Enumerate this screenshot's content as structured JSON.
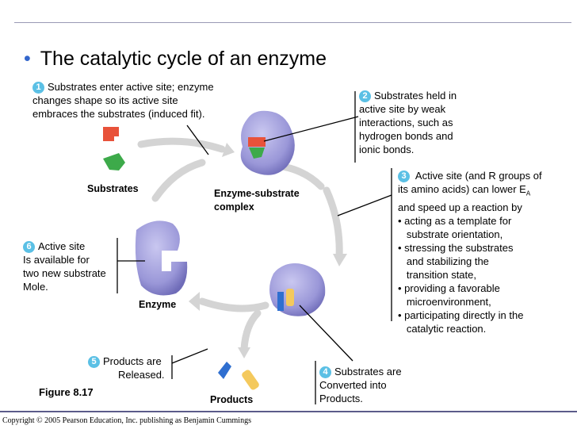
{
  "title": "The catalytic cycle of an enzyme",
  "steps": [
    {
      "number": "1",
      "lines": [
        "Substrates enter active site; enzyme",
        "changes shape so its active site",
        "embraces the substrates (induced fit)."
      ]
    },
    {
      "number": "2",
      "lines": [
        "Substrates held in",
        "active site by weak",
        "interactions, such as",
        "hydrogen bonds and",
        "ionic bonds."
      ]
    },
    {
      "number": "3",
      "lines": [
        "Active site (and R groups of",
        "its amino acids) can lower E",
        "and speed up a reaction by",
        "• acting as a template for",
        "   substrate orientation,",
        "• stressing the substrates",
        "   and stabilizing the",
        "   transition state,",
        "• providing a favorable",
        "   microenvironment,",
        "• participating directly in the",
        "   catalytic reaction."
      ],
      "subscript": "A"
    },
    {
      "number": "4",
      "lines": [
        "Substrates are",
        "Converted into",
        "Products."
      ]
    },
    {
      "number": "5",
      "lines": [
        "Products are",
        "Released."
      ]
    },
    {
      "number": "6",
      "lines": [
        "Active site",
        "Is available for",
        "two new substrate",
        "Mole."
      ]
    }
  ],
  "labels": {
    "substrates": "Substrates",
    "es_complex_1": "Enzyme-substrate",
    "es_complex_2": "complex",
    "enzyme": "Enzyme",
    "products": "Products"
  },
  "figure": "Figure 8.17",
  "copyright": "Copyright © 2005 Pearson Education, Inc. publishing as Benjamin Cummings",
  "colors": {
    "bullet": "#3366cc",
    "step_badge": "#5bc0e5",
    "enzyme": "#9a97d8",
    "substrate_red": "#e8523a",
    "substrate_green": "#3daa4a",
    "product_blue": "#2f6fd0",
    "product_yellow": "#f4c95d",
    "cycle_arrow": "#d4d4d4"
  }
}
